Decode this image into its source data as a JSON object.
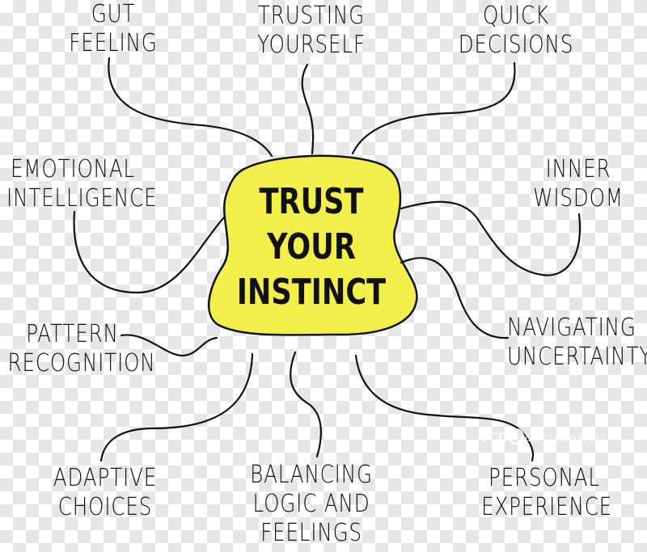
{
  "center": {
    "title_lines": [
      "Trust",
      "your",
      "instinct"
    ]
  },
  "nodes": [
    {
      "id": "gut-feeling",
      "lines": [
        "Gut",
        "feeling"
      ]
    },
    {
      "id": "trusting-yourself",
      "lines": [
        "Trusting",
        "yourself"
      ]
    },
    {
      "id": "quick-decisions",
      "lines": [
        "Quick",
        "decisions"
      ]
    },
    {
      "id": "emotional-intelligence",
      "lines": [
        "Emotional",
        "intelligence"
      ]
    },
    {
      "id": "inner-wisdom",
      "lines": [
        "Inner",
        "wisdom"
      ]
    },
    {
      "id": "pattern-recognition",
      "lines": [
        "Pattern",
        "recognition"
      ]
    },
    {
      "id": "navigating-uncertainty",
      "lines": [
        "Navigating",
        "uncertainty"
      ]
    },
    {
      "id": "adaptive-choices",
      "lines": [
        "Adaptive",
        "choices"
      ]
    },
    {
      "id": "balancing-logic",
      "lines": [
        "Balancing",
        "logic and",
        "feelings"
      ]
    },
    {
      "id": "personal-experience",
      "lines": [
        "Personal",
        "experience"
      ]
    }
  ],
  "watermark": {
    "text": "VCG211490538133"
  },
  "colors": {
    "blob_fill": "#f2ee4a",
    "ink": "#111111"
  }
}
